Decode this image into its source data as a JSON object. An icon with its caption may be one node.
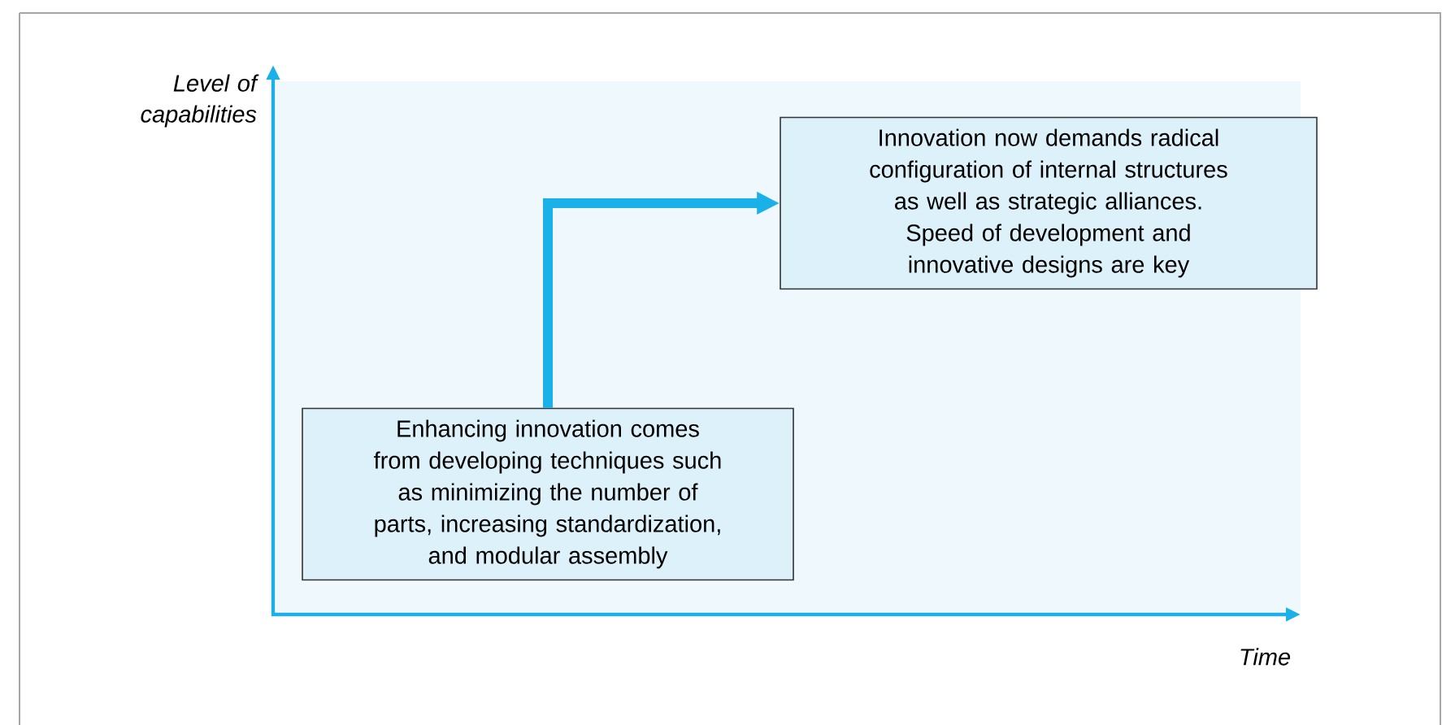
{
  "diagram": {
    "nodes": [
      {
        "text": [
          "Enhancing innovation comes from developing techniques such as minimizing the number of parts, increasing standardization, and modular assembly"
        ]
      },
      {
        "text": [
          "Innovation now demands radical configuration of internal structures as well as strategic alliances. Speed of development and innovative designs are key"
        ]
      }
    ],
    "edges": [
      {
        "from": 0,
        "to": 1,
        "arrow": "to"
      }
    ],
    "labels": [
      "Level of capabilities",
      "Time"
    ]
  }
}
